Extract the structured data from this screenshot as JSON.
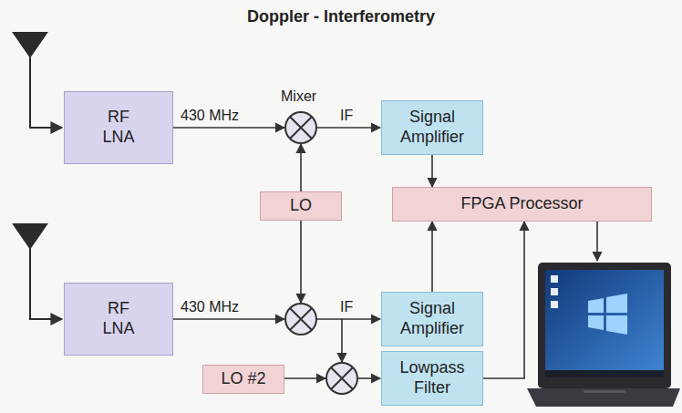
{
  "diagram": {
    "title": "Doppler - Interferometry",
    "nodes": [
      {
        "text": [
          "RF LNA"
        ]
      },
      {
        "text": [
          "Signal Amplifier"
        ]
      },
      {
        "text": [
          "LO"
        ]
      },
      {
        "text": [
          "FPGA Processor"
        ]
      },
      {
        "text": [
          "RF LNA"
        ]
      },
      {
        "text": [
          "Signal Amplifier"
        ]
      },
      {
        "text": [
          "LO #2"
        ]
      },
      {
        "text": [
          "Lowpass Filter"
        ]
      }
    ],
    "edges": [
      {
        "from": 1,
        "to": 3,
        "arrow": "to"
      },
      {
        "from": 5,
        "to": 3,
        "arrow": "to"
      },
      {
        "from": 7,
        "to": 3,
        "arrow": "to"
      }
    ],
    "labels": [
      "Mixer",
      "430 MHz",
      "IF",
      "430 MHz",
      "IF"
    ]
  }
}
